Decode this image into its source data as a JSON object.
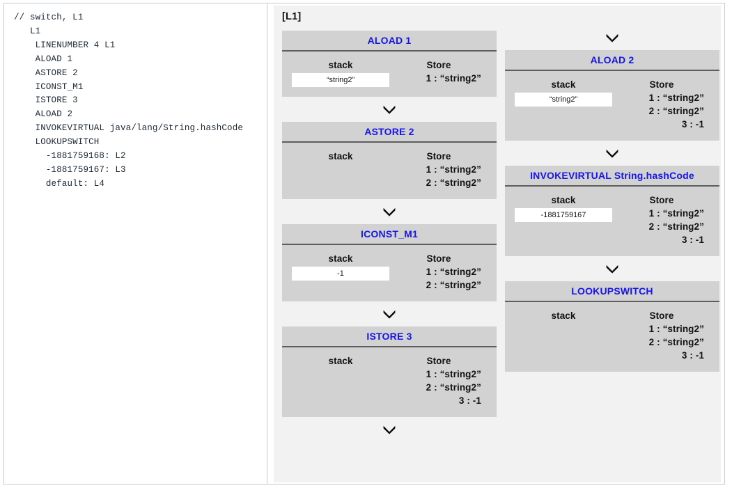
{
  "code_pane": {
    "language": "jvm-bytecode",
    "listing": "// switch, L1\n   L1\n    LINENUMBER 4 L1\n    ALOAD 1\n    ASTORE 2\n    ICONST_M1\n    ISTORE 3\n    ALOAD 2\n    INVOKEVIRTUAL java/lang/String.hashCode\n    LOOKUPSWITCH\n      -1881759168: L2\n      -1881759167: L3\n      default: L4",
    "lines": [
      "// switch, L1",
      "   L1",
      "    LINENUMBER 4 L1",
      "    ALOAD 1",
      "    ASTORE 2",
      "    ICONST_M1",
      "    ISTORE 3",
      "    ALOAD 2",
      "    INVOKEVIRTUAL java/lang/String.hashCode",
      "    LOOKUPSWITCH",
      "      -1881759168: L2",
      "      -1881759167: L3",
      "      default: L4"
    ]
  },
  "viz_pane": {
    "block_label": "[L1]",
    "stack_column_title": "stack",
    "store_column_title": "Store",
    "chevron_glyph": "chevron-down",
    "colors": {
      "card_background": "#d2d2d2",
      "card_title": "#1515ee",
      "panel_background": "#f2f2f2",
      "stack_cell_background": "#ffffff",
      "divider": "#5e5e5e"
    },
    "columns": [
      {
        "name": "left-column",
        "steps": [
          {
            "title": "ALOAD 1",
            "stack": [
              "“string2”"
            ],
            "store": [
              "1 : “string2”"
            ],
            "connector_after": true
          },
          {
            "title": "ASTORE 2",
            "stack": [],
            "store": [
              "1 : “string2”",
              "2 : “string2”"
            ],
            "connector_after": true
          },
          {
            "title": "ICONST_M1",
            "stack": [
              "-1"
            ],
            "store": [
              "1 : “string2”",
              "2 : “string2”"
            ],
            "connector_after": true
          },
          {
            "title": "ISTORE 3",
            "stack": [],
            "store": [
              "1 : “string2”",
              "2 : “string2”",
              "3 : -1"
            ],
            "connector_after": true
          }
        ]
      },
      {
        "name": "right-column",
        "leading_connector": true,
        "steps": [
          {
            "title": "ALOAD 2",
            "stack": [
              "“string2”"
            ],
            "store": [
              "1 : “string2”",
              "2 : “string2”",
              "3 : -1"
            ],
            "connector_after": true
          },
          {
            "title": "INVOKEVIRTUAL String.hashCode",
            "stack": [
              "-1881759167"
            ],
            "store": [
              "1 : “string2”",
              "2 : “string2”",
              "3 : -1"
            ],
            "connector_after": true
          },
          {
            "title": "LOOKUPSWITCH",
            "stack": [],
            "store": [
              "1 : “string2”",
              "2 : “string2”",
              "3 : -1"
            ],
            "connector_after": false
          }
        ]
      }
    ]
  }
}
